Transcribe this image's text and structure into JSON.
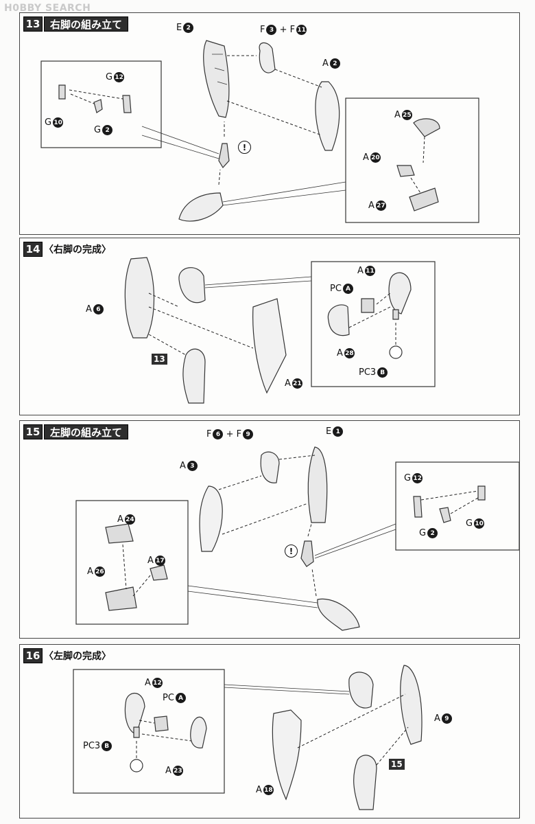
{
  "watermark": "H0BBY SEARCH",
  "steps": [
    {
      "num": "13",
      "title": "右脚の組み立て",
      "labels": {
        "e": "E",
        "e_n": "2",
        "f1": "F",
        "f1_n": "3",
        "plus": "+ F",
        "f2_n": "11",
        "a1": "A",
        "a1_n": "2",
        "g12": "G",
        "g12_n": "12",
        "g10": "G",
        "g10_n": "10",
        "g2": "G",
        "g2_n": "2",
        "warn": "!",
        "a25": "A",
        "a25_n": "25",
        "a20": "A",
        "a20_n": "20",
        "a27": "A",
        "a27_n": "27"
      }
    },
    {
      "num": "14",
      "title": "〈右脚の完成〉",
      "labels": {
        "a6": "A",
        "a6_n": "6",
        "ref": "13",
        "a11": "A",
        "a11_n": "11",
        "pc": "PC",
        "pc_n": "A",
        "a28": "A",
        "a28_n": "28",
        "pc3": "PC3",
        "pc3_n": "B",
        "a21": "A",
        "a21_n": "21"
      }
    },
    {
      "num": "15",
      "title": "左脚の組み立て",
      "labels": {
        "f1": "F",
        "f1_n": "6",
        "plus": "+ F",
        "f2_n": "9",
        "e": "E",
        "e_n": "1",
        "a3": "A",
        "a3_n": "3",
        "g12": "G",
        "g12_n": "12",
        "g2": "G",
        "g2_n": "2",
        "g10": "G",
        "g10_n": "10",
        "warn": "!",
        "a24": "A",
        "a24_n": "24",
        "a17": "A",
        "a17_n": "17",
        "a26": "A",
        "a26_n": "26"
      }
    },
    {
      "num": "16",
      "title": "〈左脚の完成〉",
      "labels": {
        "a12": "A",
        "a12_n": "12",
        "pc": "PC",
        "pc_n": "A",
        "pc3": "PC3",
        "pc3_n": "B",
        "a23": "A",
        "a23_n": "23",
        "a18": "A",
        "a18_n": "18",
        "a9": "A",
        "a9_n": "9",
        "ref": "15"
      }
    }
  ]
}
